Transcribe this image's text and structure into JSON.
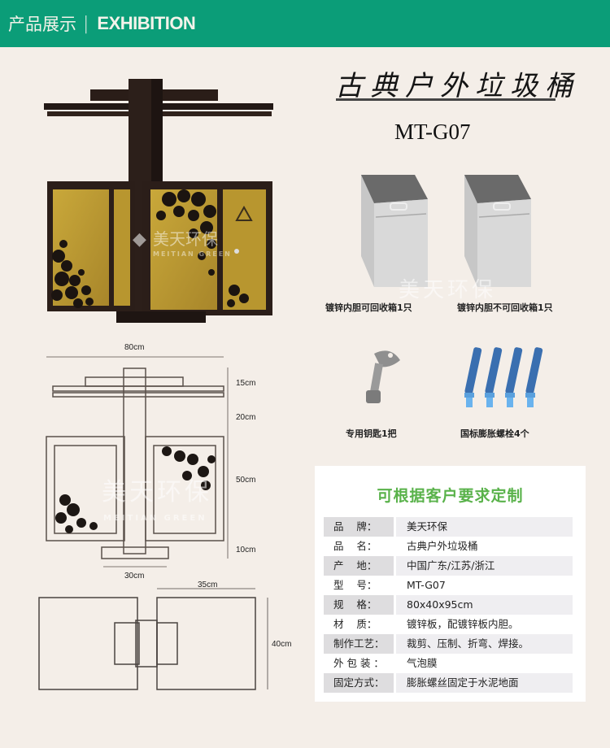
{
  "header": {
    "title_cn": "产品展示",
    "separator": "|",
    "title_en": "EXHIBITION",
    "bg_color": "#0b9d78"
  },
  "product": {
    "name": "古典户外垃圾桶",
    "model": "MT-G07"
  },
  "watermark": {
    "brand_cn": "美天环保",
    "brand_en": "MEITIAN GREEN"
  },
  "accessories": [
    {
      "icon": "galvanized-liner",
      "caption": "镀锌内胆可回收箱1只"
    },
    {
      "icon": "galvanized-liner",
      "caption": "镀锌内胆不可回收箱1只"
    },
    {
      "icon": "key",
      "caption": "专用钥匙1把"
    },
    {
      "icon": "expansion-bolts",
      "caption": "国标膨胀螺栓4个"
    }
  ],
  "drawing": {
    "front": {
      "width": "80cm",
      "heights": [
        "15cm",
        "20cm",
        "50cm",
        "10cm"
      ],
      "base_width": "30cm"
    },
    "top": {
      "bin_width": "35cm",
      "depth": "40cm"
    }
  },
  "spec": {
    "title": "可根据客户要求定制",
    "title_color": "#59b24a",
    "rows": [
      {
        "label": "品    牌：",
        "value": "美天环保"
      },
      {
        "label": "品    名：",
        "value": "古典户外垃圾桶"
      },
      {
        "label": "产    地：",
        "value": "中国广东/江苏/浙江"
      },
      {
        "label": "型    号：",
        "value": "MT-G07"
      },
      {
        "label": "规    格：",
        "value": "80x40x95cm"
      },
      {
        "label": "材    质：",
        "value": "镀锌板，配镀锌板内胆。"
      },
      {
        "label": "制作工艺：",
        "value": "裁剪、压制、折弯、焊接。"
      },
      {
        "label": "外 包 装 ：",
        "value": "气泡膜"
      },
      {
        "label": "固定方式：",
        "value": "膨胀螺丝固定于水泥地面"
      }
    ]
  }
}
